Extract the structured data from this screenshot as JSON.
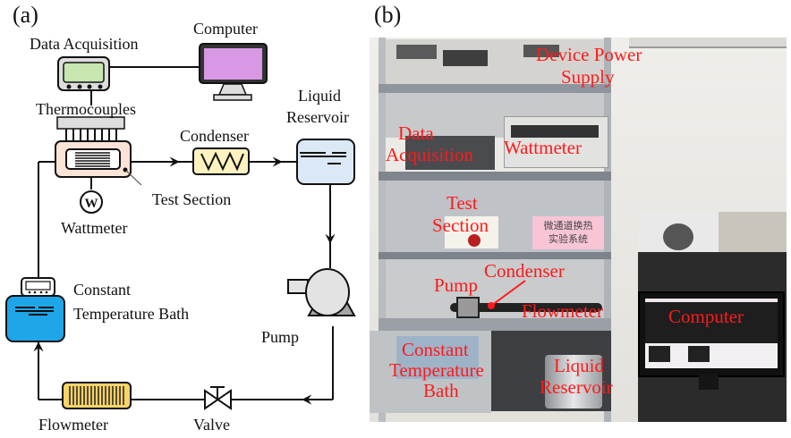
{
  "panels": {
    "a": {
      "label": "(a)"
    },
    "b": {
      "label": "(b)"
    }
  },
  "schematic": {
    "components": {
      "data_acquisition": "Data Acquisition",
      "computer": "Computer",
      "thermocouples": "Thermocouples",
      "condenser": "Condenser",
      "liquid_reservoir_line1": "Liquid",
      "liquid_reservoir_line2": "Reservoir",
      "test_section": "Test Section",
      "wattmeter": "Wattmeter",
      "wattmeter_symbol": "W",
      "constant_temperature_bath_line1": "Constant",
      "constant_temperature_bath_line2": "Temperature Bath",
      "pump": "Pump",
      "flowmeter": "Flowmeter",
      "valve": "Valve"
    },
    "colors": {
      "data_acquisition_screen": "#c8e6b0",
      "computer_screen": "#d898e4",
      "test_section_body": "#fbe3d6",
      "condenser_body": "#fff2c0",
      "reservoir_body": "#dbe8f5",
      "bath_body": "#1fa6e8",
      "flowmeter_body": "#f7d36a",
      "pump_body": "#e3e3e3",
      "pump_base": "#a6a6a6",
      "line": "#111111"
    }
  },
  "photo": {
    "annotations": {
      "device_power_supply_line1": "Device Power",
      "device_power_supply_line2": "Supply",
      "data_acquisition_line1": "Data",
      "data_acquisition_line2": "Acquisition",
      "wattmeter": "Wattmeter",
      "test_section_line1": "Test",
      "test_section_line2": "Section",
      "condenser": "Condenser",
      "pump": "Pump",
      "flowmeter": "Flowmeter",
      "computer": "Computer",
      "constant_temperature_bath_line1": "Constant",
      "constant_temperature_bath_line2": "Temperature",
      "constant_temperature_bath_line3": "Bath",
      "liquid_reservoir_line1": "Liquid",
      "liquid_reservoir_line2": "Reservoir"
    },
    "sign_text_line1": "微通道换热",
    "sign_text_line2": "实验系统",
    "annotation_color": "#ff1a1a"
  }
}
